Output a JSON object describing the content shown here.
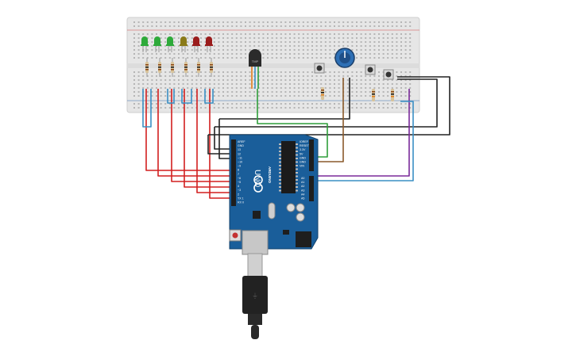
{
  "breadboard": {
    "led_colors": [
      "#2eaa3a",
      "#2eaa3a",
      "#2eaa3a",
      "#8a7a18",
      "#9a1c1c",
      "#9a1c1c"
    ],
    "sensor_label": "TMP"
  },
  "arduino": {
    "board_label": "UNO",
    "brand_label": "ARDUINO",
    "power_pin_labels": [
      "IOREF",
      "RESET",
      "3.3V",
      "5V",
      "GND",
      "GND",
      "VIN"
    ],
    "digital_pin_labels": [
      "AREF",
      "GND",
      "13",
      "12",
      "~11",
      "~10",
      "~9",
      "8",
      "7",
      "~6",
      "~5",
      "4",
      "~3",
      "2",
      "TX 1",
      "RX 0"
    ],
    "analog_pin_labels": [
      "A0",
      "A1",
      "A2",
      "A3",
      "A4",
      "A5"
    ]
  },
  "colors": {
    "breadboard": "#e6e6e6",
    "board": "#1a5e9a",
    "wire_red": "#d21f1f",
    "wire_blue": "#3a8fc4",
    "wire_black": "#222222",
    "wire_green": "#2f9e3a",
    "wire_brown": "#8a5a2b",
    "wire_purple": "#7a2a9a",
    "wire_orange": "#e07b1a"
  }
}
